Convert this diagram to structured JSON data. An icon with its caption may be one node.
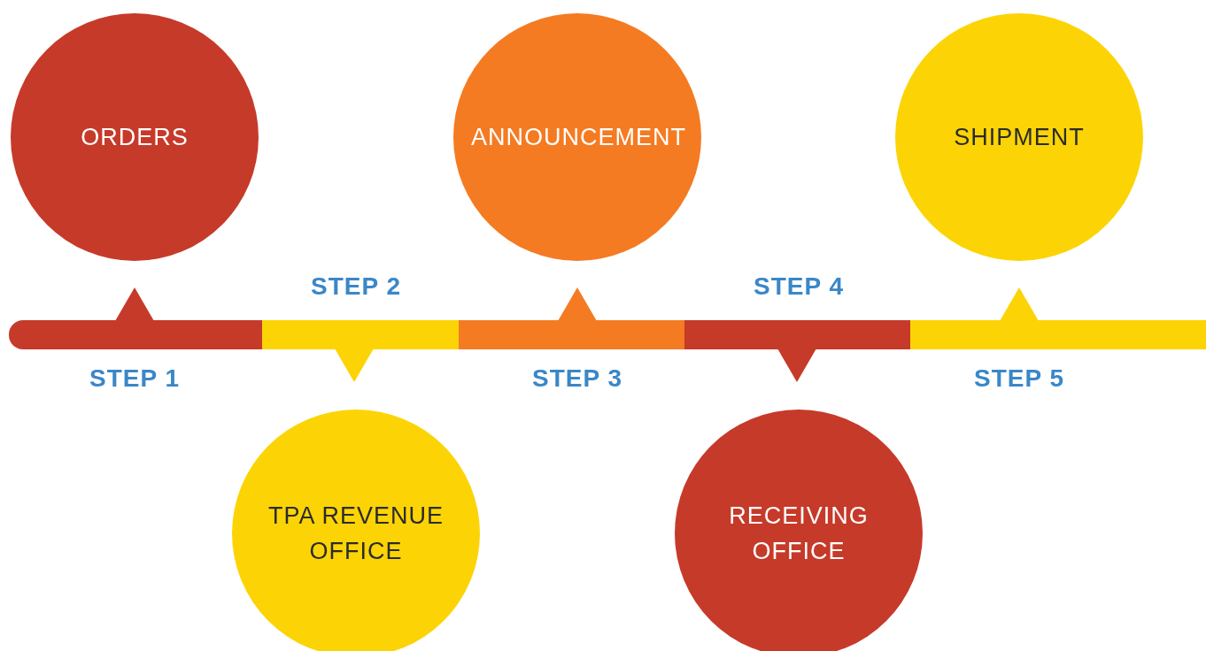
{
  "diagram": {
    "nodes": [
      {
        "text": [
          "ORDERS"
        ]
      },
      {
        "text": [
          "TPA REVENUE OFFICE"
        ]
      },
      {
        "text": [
          "ANNOUNCEMENT"
        ]
      },
      {
        "text": [
          "RECEIVING OFFICE"
        ]
      },
      {
        "text": [
          "SHIPMENT"
        ]
      }
    ],
    "edges": [],
    "labels": [
      "STEP 1",
      "STEP 2",
      "STEP 3",
      "STEP 4",
      "STEP 5"
    ]
  }
}
